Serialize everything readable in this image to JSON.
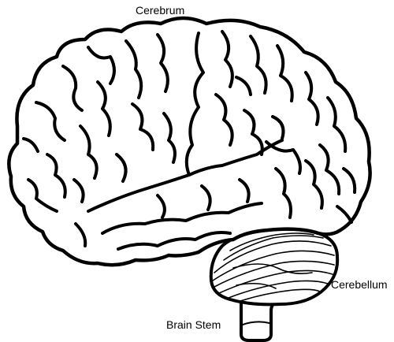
{
  "labels": {
    "cerebrum": "Cerebrum",
    "cerebellum": "Cerebellum",
    "brain_stem": "Brain Stem"
  },
  "colors": {
    "line": "#000000",
    "background": "#ffffff"
  }
}
